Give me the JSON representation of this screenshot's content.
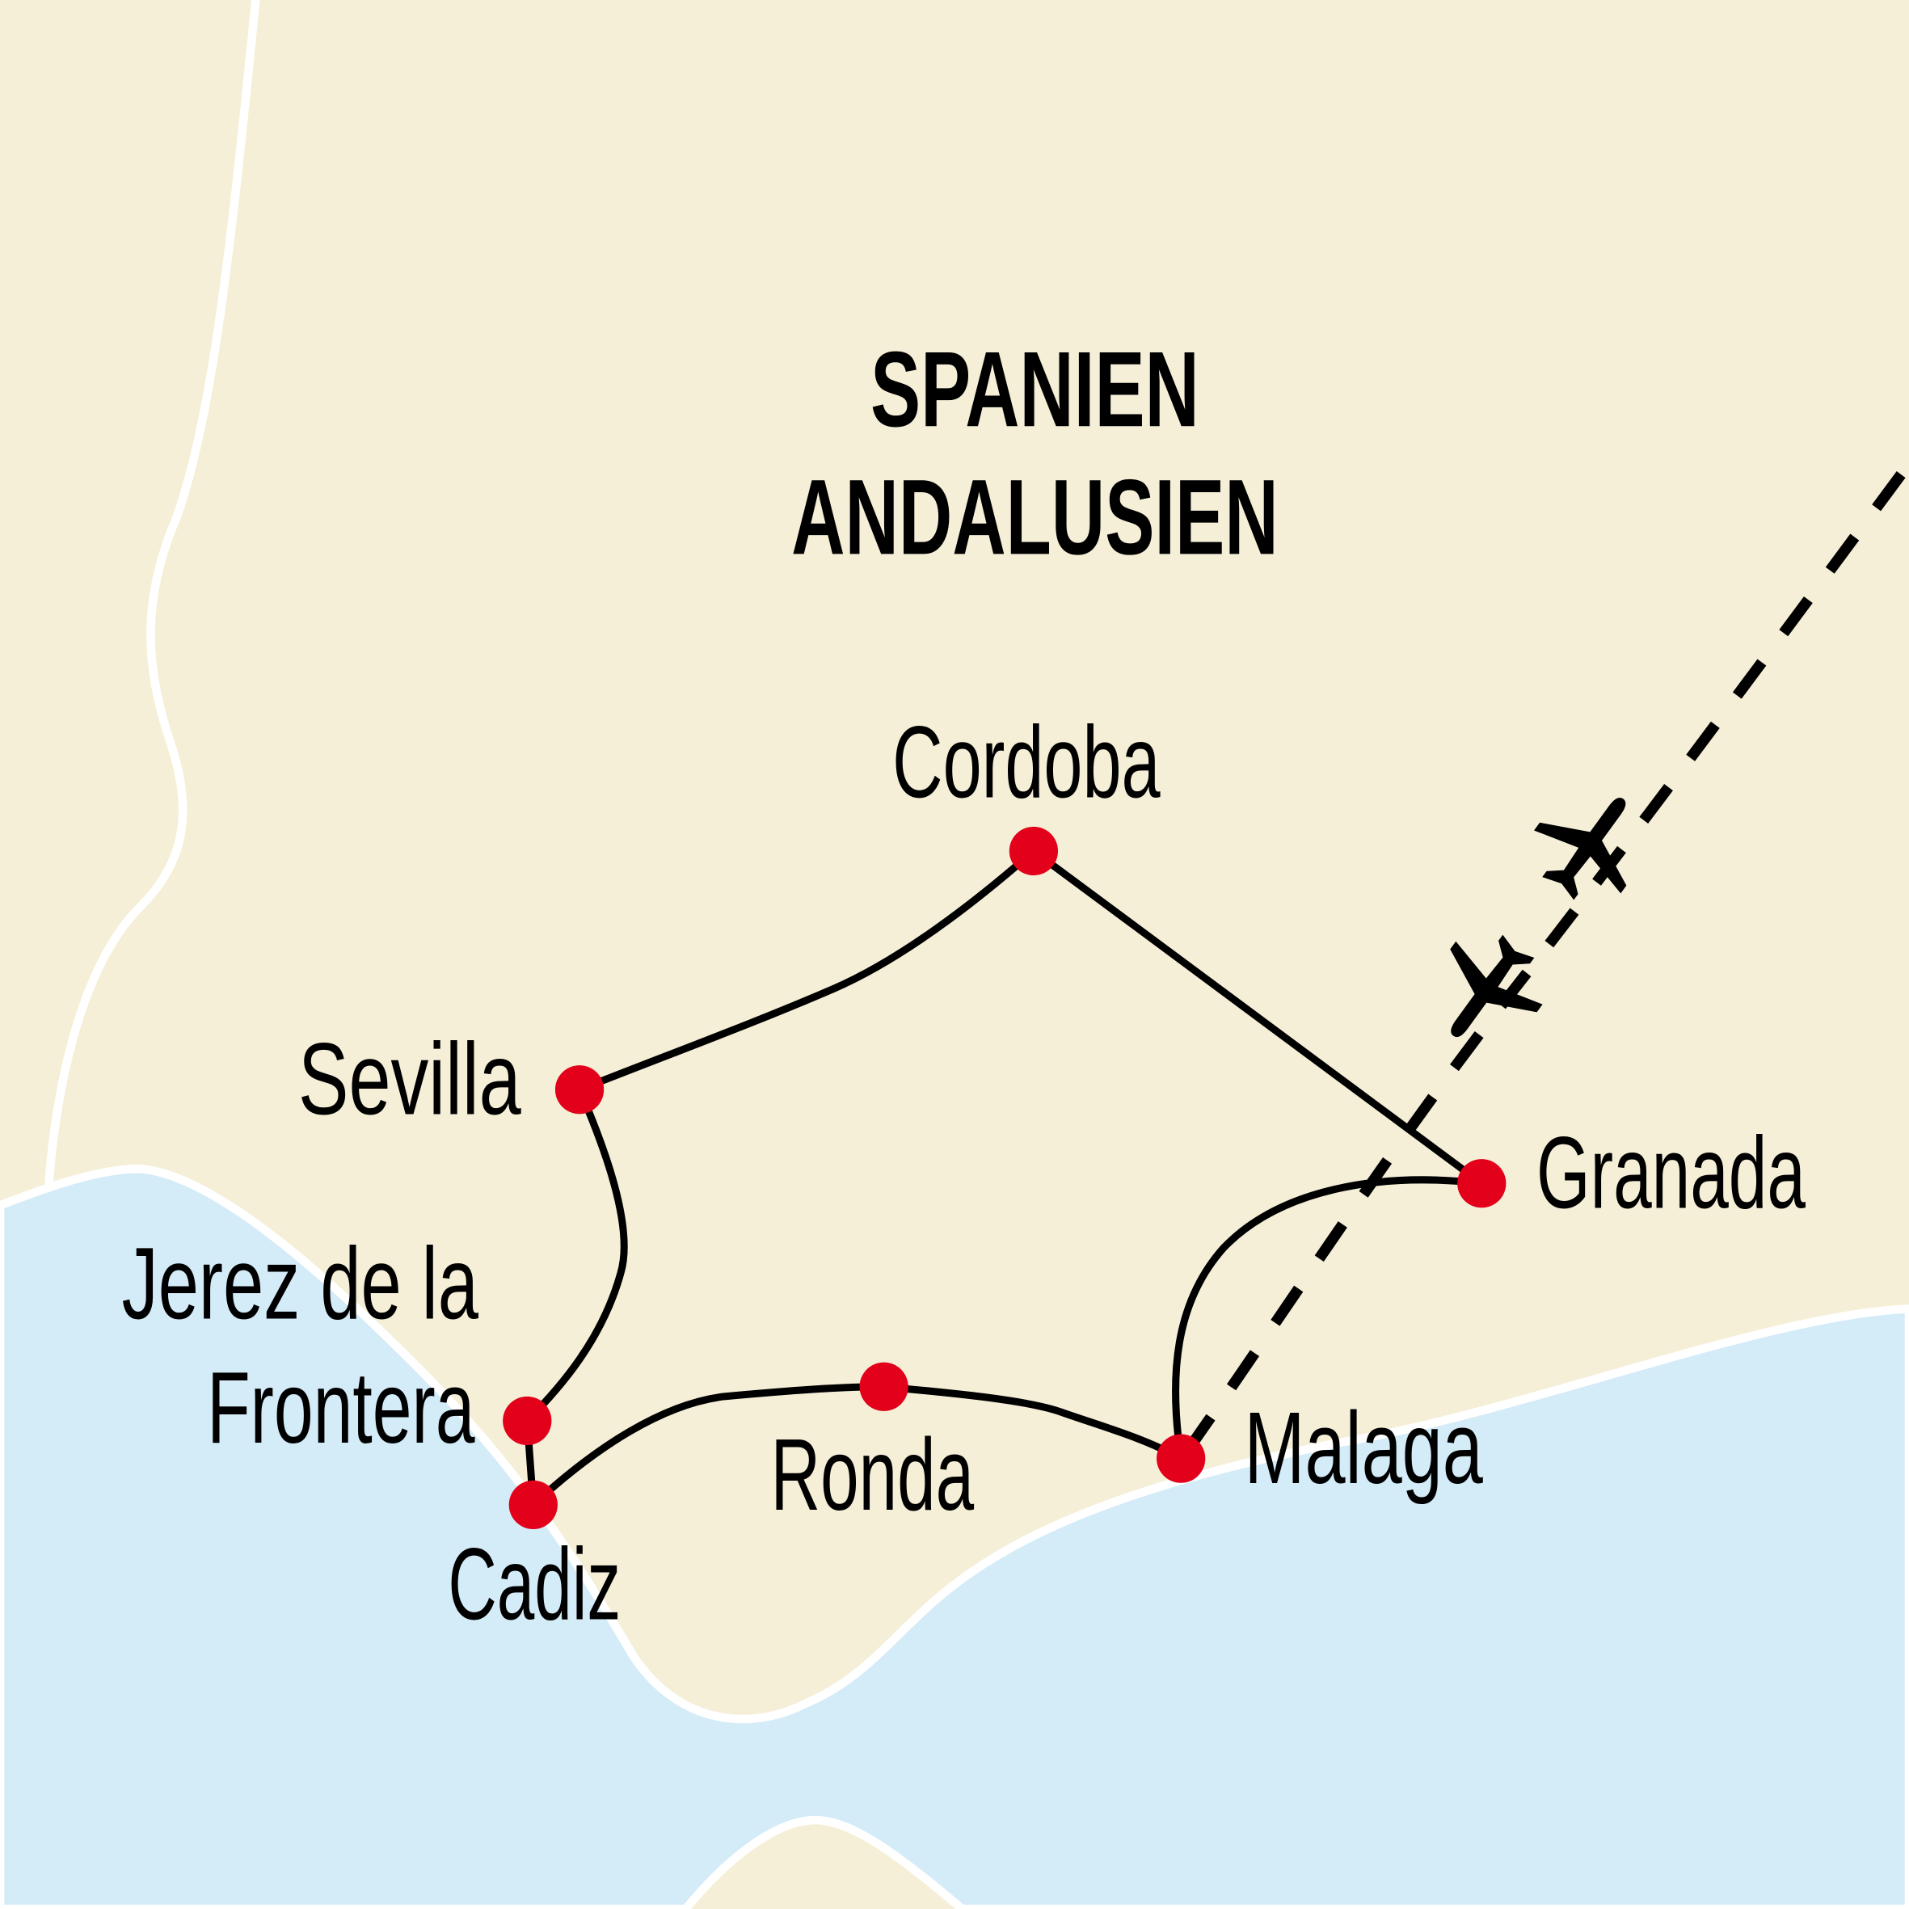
{
  "title": {
    "line1": "SPANIEN",
    "line2": "ANDALUSIEN"
  },
  "colors": {
    "land": "#f5efd8",
    "sea": "#d4ebf8",
    "border": "#ffffff",
    "route": "#000000",
    "city_marker": "#e2001a"
  },
  "cities": [
    {
      "name": "Cordoba"
    },
    {
      "name": "Sevilla"
    },
    {
      "name": "Jerez de la"
    },
    {
      "name": "Frontera"
    },
    {
      "name": "Cadiz"
    },
    {
      "name": "Ronda"
    },
    {
      "name": "Malaga"
    },
    {
      "name": "Granada"
    }
  ],
  "icons": {
    "flight": "airplane-icon"
  }
}
